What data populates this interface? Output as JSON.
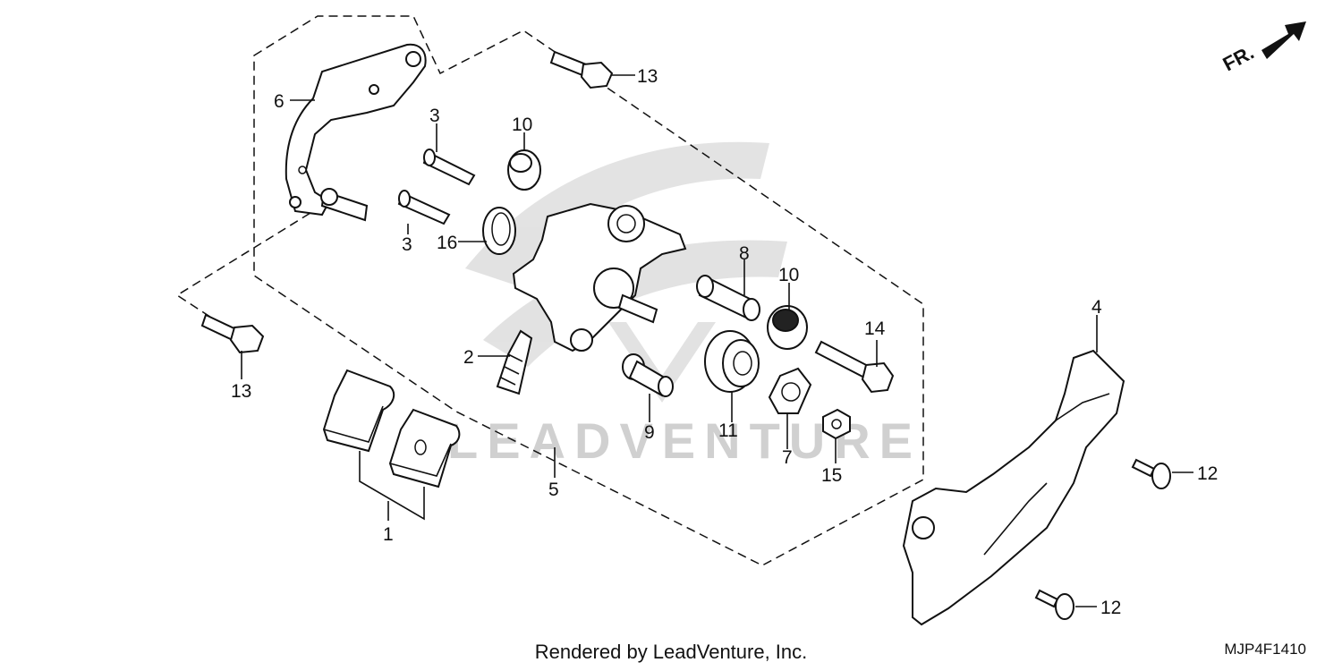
{
  "watermark": {
    "brand": "LEADVENTURE"
  },
  "direction_indicator": {
    "label": "FR."
  },
  "callouts": {
    "p1": "1",
    "p2": "2",
    "p3a": "3",
    "p3b": "3",
    "p4": "4",
    "p5": "5",
    "p6": "6",
    "p7": "7",
    "p8": "8",
    "p9": "9",
    "p10a": "10",
    "p10b": "10",
    "p11": "11",
    "p12a": "12",
    "p12b": "12",
    "p13a": "13",
    "p13b": "13",
    "p14": "14",
    "p15": "15",
    "p16": "16"
  },
  "footer": {
    "credit": "Rendered by LeadVenture, Inc.",
    "diagram_code": "MJP4F1410"
  }
}
